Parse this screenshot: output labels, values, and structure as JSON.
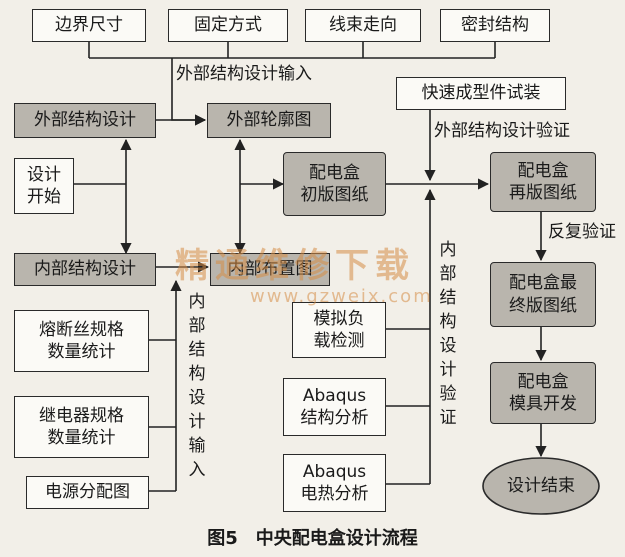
{
  "nodes": {
    "boundary_size": "边界尺寸",
    "fixing_method": "固定方式",
    "harness_routing": "线束走向",
    "sealing_structure": "密封结构",
    "rapid_prototype": "快速成型件试装",
    "external_design": "外部结构设计",
    "external_outline": "外部轮廓图",
    "design_start": "设计\n开始",
    "initial_drawing": "配电盒\n初版图纸",
    "revised_drawing": "配电盒\n再版图纸",
    "internal_design": "内部结构设计",
    "internal_layout": "内部布置图",
    "final_drawing": "配电盒最\n终版图纸",
    "fuse_stats": "熔断丝规格\n数量统计",
    "relay_stats": "继电器规格\n数量统计",
    "power_dist": "电源分配图",
    "load_test": "模拟负\n载检测",
    "abaqus_struct": "Abaqus\n结构分析",
    "abaqus_thermal": "Abaqus\n电热分析",
    "mold_dev": "配电盒\n模具开发",
    "design_end": "设计结束"
  },
  "labels": {
    "external_input": "外部结构设计输入",
    "external_verify": "外部结构设计验证",
    "repeat_verify": "反复验证",
    "internal_input": "内部结构设计输入",
    "internal_verify": "内部结构设计验证"
  },
  "watermark": {
    "text": "精通维修下载",
    "url": "www.gzweix.com"
  },
  "caption": "图5　中央配电盒设计流程"
}
